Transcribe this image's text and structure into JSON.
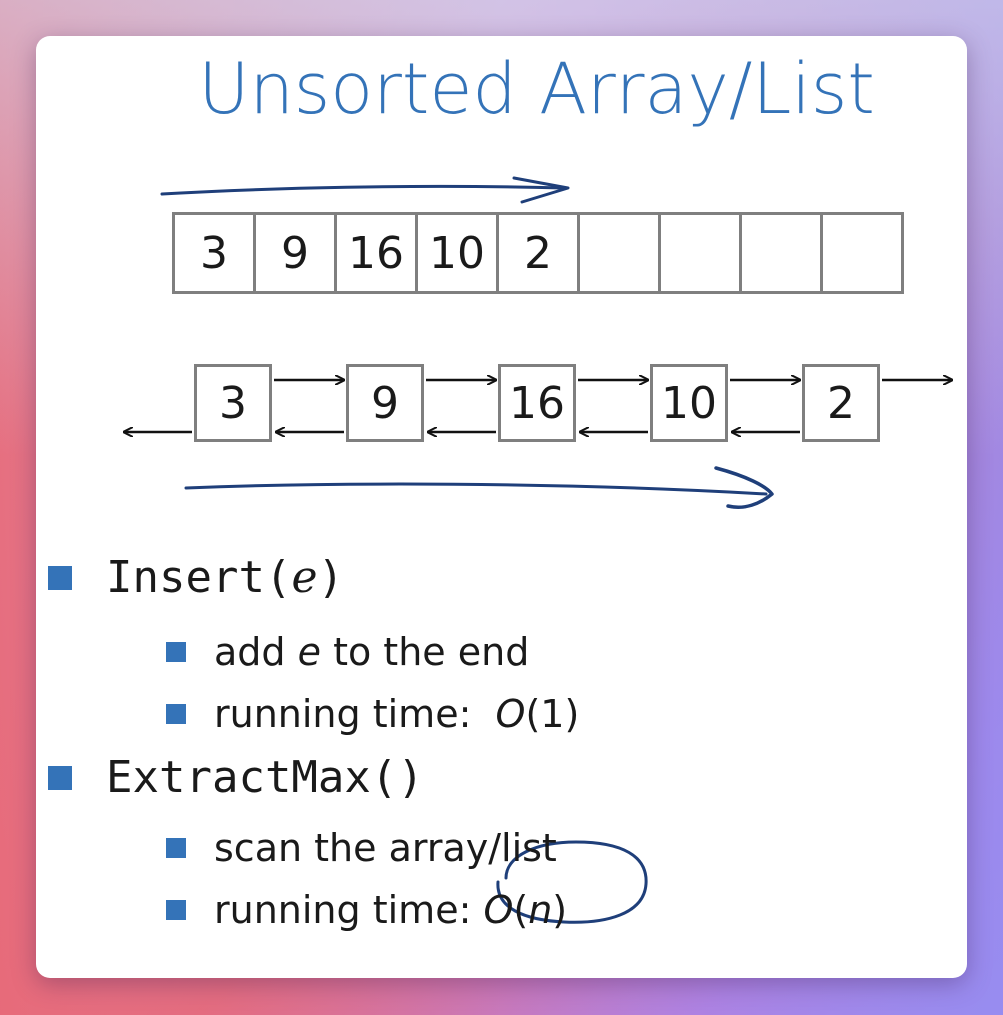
{
  "slide": {
    "title": "Unsorted Array/List",
    "array_cells": [
      "3",
      "9",
      "16",
      "10",
      "2",
      "",
      "",
      "",
      ""
    ],
    "list_nodes": [
      "3",
      "9",
      "16",
      "10",
      "2"
    ]
  },
  "bullets": [
    {
      "label_prefix": "Insert(",
      "label_arg": "e",
      "label_suffix": ")",
      "subitems": [
        {
          "pre": "add ",
          "ital": "e",
          "post": " to the end"
        },
        {
          "pre": "running time:  ",
          "ital": "O",
          "post": "(1)"
        }
      ]
    },
    {
      "label_prefix": "ExtractMax()",
      "subitems": [
        {
          "pre": "scan the array/list"
        },
        {
          "pre": "running time: ",
          "ital": "O",
          "post": "(",
          "ital2": "n",
          "post2": ")"
        }
      ]
    }
  ],
  "colors": {
    "accent": "#3473b8",
    "ink": "#1f3f7a",
    "cell_border": "#7f7f7f"
  }
}
